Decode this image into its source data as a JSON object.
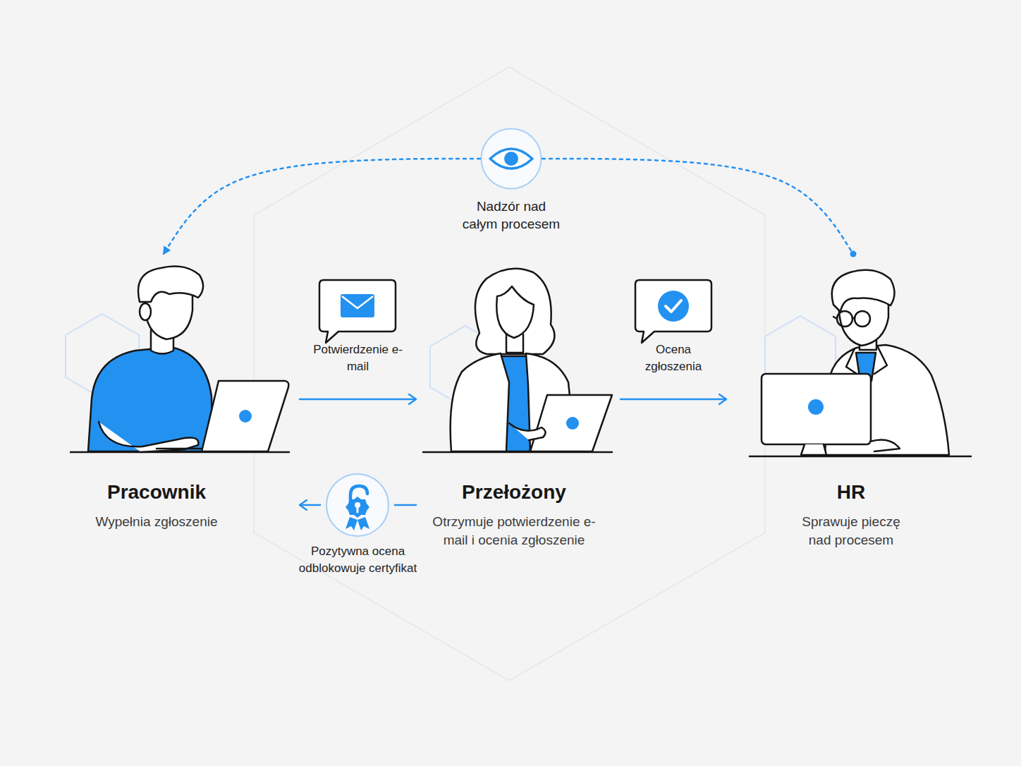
{
  "diagram": {
    "nodes": [
      {
        "text": [
          "Nadzór nad całym procesem"
        ]
      },
      {
        "text": [
          "Pracownik",
          "Wypełnia zgłoszenie"
        ]
      },
      {
        "text": [
          "Przełożony",
          "Otrzymuje potwierdzenie e-mail i ocenia zgłoszenie"
        ]
      },
      {
        "text": [
          "HR",
          "Sprawuje pieczę nad procesem"
        ]
      }
    ],
    "edges": [
      {
        "from": 0,
        "to": 1,
        "arrow": "to"
      },
      {
        "from": 0,
        "to": 3,
        "arrow": "none"
      },
      {
        "from": 1,
        "to": 2,
        "label": "Potwierdzenie e-mail",
        "arrow": "to"
      },
      {
        "from": 2,
        "to": 3,
        "label": "Ocena zgłoszenia",
        "arrow": "to"
      },
      {
        "from": 2,
        "to": 1,
        "label": "Pozytywna ocena odblokowuje certyfikat",
        "arrow": "to"
      }
    ]
  }
}
